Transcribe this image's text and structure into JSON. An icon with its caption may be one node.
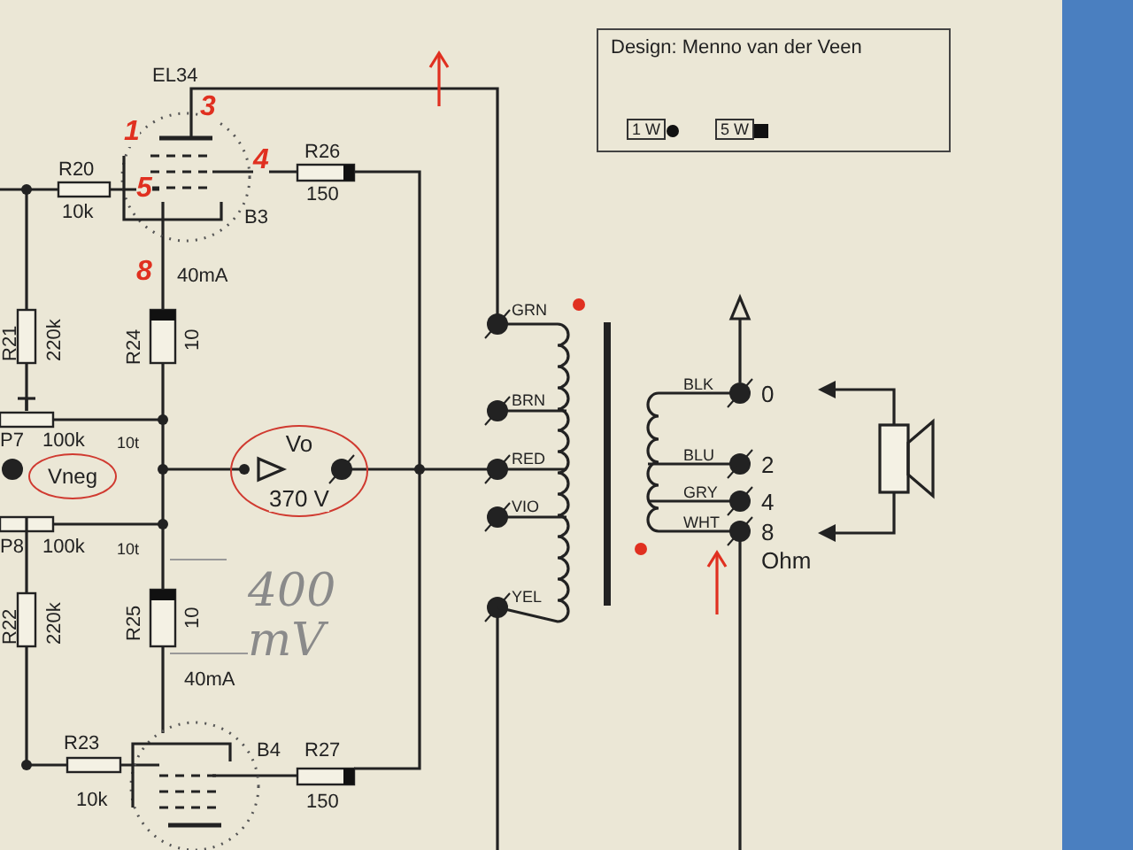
{
  "diagram": {
    "nodes": [
      {
        "text": [
          "Vneg"
        ]
      },
      {
        "text": [
          "Vo",
          "370 V"
        ]
      }
    ],
    "labels": [
      "Design: Menno van der Veen",
      "EL34",
      "1",
      "3",
      "4",
      "R26",
      "R20",
      "5",
      "150",
      "10k",
      "B3",
      "8",
      "40mA",
      "R21",
      "220k",
      "R24",
      "10",
      "P7",
      "100k",
      "10t",
      "P8",
      "100k",
      "10t",
      "R22",
      "220k",
      "R25",
      "10",
      "400 mV",
      "40mA",
      "R23",
      "B4",
      "R27",
      "10k",
      "150",
      "GRN",
      "BRN",
      "RED",
      "VIO",
      "YEL",
      "BLK",
      "0",
      "BLU",
      "2",
      "GRY",
      "4",
      "WHT",
      "8",
      "Ohm"
    ],
    "legend": [
      {
        "text": "1 W"
      },
      {
        "text": "5 W"
      }
    ]
  }
}
